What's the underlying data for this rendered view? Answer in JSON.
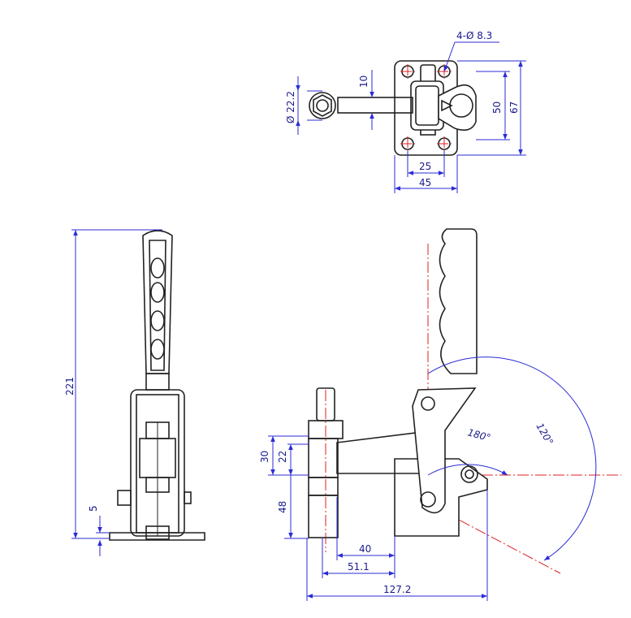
{
  "top_view": {
    "hole_callout": "4-Ø 8.3",
    "dia_spindle": "Ø 22.2",
    "dim_10": "10",
    "dim_50": "50",
    "dim_67": "67",
    "dim_25": "25",
    "dim_45": "45"
  },
  "side_view": {
    "dim_221": "221",
    "dim_5": "5"
  },
  "front_view": {
    "dim_30": "30",
    "dim_22": "22",
    "dim_48": "48",
    "dim_40": "40",
    "dim_51_1": "51.1",
    "dim_127_2": "127.2",
    "angle_180": "180°",
    "angle_120": "120°"
  },
  "colors": {
    "dimension": "#2b2bd6",
    "centerline": "#e02020",
    "outline": "#222222"
  }
}
